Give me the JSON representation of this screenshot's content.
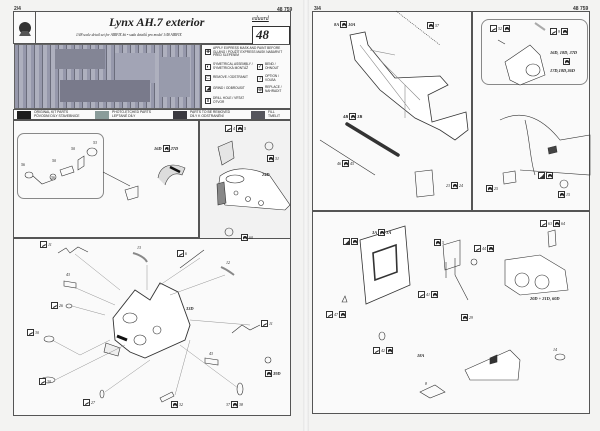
{
  "pages": {
    "left_number": "2/4",
    "left_code": "48 759",
    "right_number": "3/4",
    "right_code": "48 759"
  },
  "header": {
    "title": "Lynx AH.7 exterior",
    "subtitle": "1/48 scale detail set for AIRFIX kit  •  sada detailů pro model 1/48 AIRFIX",
    "brand": "eduard",
    "product_number": "48 759"
  },
  "legend": [
    {
      "icon": "mask-paint-icon",
      "glyph": "✚",
      "text": "APPLY EXPRESS MASK AND PAINT BEFORE GLUING / POUŽÍT EXPRESS MASK NABARVIT PŘED SLEPENÍM"
    },
    {
      "icon": "symmetrical-icon",
      "glyph": "◐",
      "text": "SYMETRICAL ASSEMBLY / SYMETRICKÁ MONTÁŽ"
    },
    {
      "icon": "remove-icon",
      "glyph": "▭",
      "text": "REMOVE / ODSTRANIT"
    },
    {
      "icon": "grind-icon",
      "glyph": "◢",
      "text": "GRIND / ODBROUSIT"
    },
    {
      "icon": "drill-icon",
      "glyph": "Ⅱ",
      "text": "DRILL HOLE / VRTAT OTVOR"
    },
    {
      "icon": "bend-icon",
      "glyph": "✓",
      "text": "BEND / OHNOUT"
    },
    {
      "icon": "option-icon",
      "glyph": "?",
      "text": "OPTION / VOLBA"
    },
    {
      "icon": "replace-icon",
      "glyph": "⊕",
      "text": "REPLACE / NAHRADIT"
    }
  ],
  "color_key": [
    {
      "color": "#1e1e1e",
      "line1": "ORIGINAL KIT PARTS",
      "line2": "PŮVODNÍ DÍLY STAVEBNICE"
    },
    {
      "color": "#8a9c9a",
      "line1": "PHOTO-ETCHED PARTS",
      "line2": "LEPTANÉ DÍLY"
    },
    {
      "color": "#3b3a40",
      "line1": "PARTS TO BE REMOVED",
      "line2": "DÍLY K ODSTRANĚNÍ"
    },
    {
      "color": "#55555c",
      "line1": "FILL",
      "line2": "TMELIT"
    }
  ],
  "labels": [
    [
      {
        "t": "53"
      }
    ],
    [
      {
        "t": "50"
      }
    ],
    [
      {
        "t": "50"
      }
    ],
    [
      {
        "t": "56"
      }
    ],
    [
      {
        "t": "56"
      }
    ],
    [
      {
        "t": "16D"
      },
      {
        "i": "pe"
      },
      {
        "t": "27D"
      }
    ],
    [
      {
        "i": "bend"
      },
      {
        "t": "4"
      },
      {
        "i": "pe"
      },
      {
        "t": "5"
      }
    ],
    [
      {
        "i": "pe"
      },
      {
        "t": "31"
      }
    ],
    [
      {
        "t": "24D"
      }
    ],
    [
      {
        "i": "pe"
      },
      {
        "t": "60"
      }
    ],
    [
      {
        "i": "bend"
      },
      {
        "t": "11"
      }
    ],
    [
      {
        "t": "13"
      }
    ],
    [
      {
        "i": "bend"
      },
      {
        "t": "6"
      }
    ],
    [
      {
        "t": "12"
      }
    ],
    [
      {
        "t": "43"
      }
    ],
    [
      {
        "i": "bend"
      },
      {
        "t": "26"
      }
    ],
    [
      {
        "t": "33D"
      }
    ],
    [
      {
        "i": "bend"
      },
      {
        "t": "11"
      }
    ],
    [
      {
        "i": "bend"
      },
      {
        "t": "30"
      }
    ],
    [
      {
        "t": "43"
      }
    ],
    [
      {
        "i": "pe"
      },
      {
        "t": "39D"
      }
    ],
    [
      {
        "i": "bend"
      },
      {
        "t": "30"
      }
    ],
    [
      {
        "i": "bend"
      },
      {
        "t": "27"
      }
    ],
    [
      {
        "i": "pe"
      },
      {
        "t": "32"
      }
    ],
    [
      {
        "t": "37"
      },
      {
        "i": "pe"
      },
      {
        "t": "38"
      }
    ],
    [
      {
        "t": "8A"
      },
      {
        "i": "pe"
      },
      {
        "t": "10A"
      }
    ],
    [
      {
        "i": "pe"
      },
      {
        "t": "57"
      }
    ],
    [
      {
        "t": "4B"
      },
      {
        "i": "pe"
      },
      {
        "t": "3B"
      }
    ],
    [
      {
        "t": "46"
      },
      {
        "i": "pe"
      },
      {
        "t": "45"
      }
    ],
    [
      {
        "t": "23"
      },
      {
        "i": "pe"
      },
      {
        "t": "24"
      }
    ],
    [
      {
        "i": "bend"
      },
      {
        "t": "52"
      },
      {
        "i": "pe"
      }
    ],
    [
      {
        "i": "bend"
      },
      {
        "t": "9"
      },
      {
        "i": "pe"
      }
    ],
    [
      {
        "t": "16D, 18D, 37D"
      }
    ],
    [
      {
        "i": "pe"
      }
    ],
    [
      {
        "t": "17D,18D,36D"
      }
    ],
    [
      {
        "i": "pe"
      },
      {
        "t": "25"
      }
    ],
    [
      {
        "i": "pe"
      },
      {
        "t": "15"
      }
    ],
    [
      {
        "i": "grind"
      },
      {
        "i": "pe"
      }
    ],
    [
      {
        "t": "3A"
      },
      {
        "i": "pe"
      },
      {
        "t": "1A"
      }
    ],
    [
      {
        "i": "grind"
      },
      {
        "i": "pe"
      }
    ],
    [
      {
        "i": "pe"
      },
      {
        "t": "5"
      }
    ],
    [
      {
        "i": "bend"
      },
      {
        "t": "44"
      },
      {
        "i": "pe"
      }
    ],
    [
      {
        "i": "bend"
      },
      {
        "t": "63"
      },
      {
        "i": "pe"
      },
      {
        "t": "64"
      }
    ],
    [
      {
        "i": "bend"
      },
      {
        "t": "41"
      },
      {
        "i": "pe"
      }
    ],
    [
      {
        "i": "bend"
      },
      {
        "t": "47"
      },
      {
        "i": "pe"
      }
    ],
    [
      {
        "i": "pe"
      },
      {
        "t": "29"
      }
    ],
    [
      {
        "i": "bend"
      },
      {
        "t": "42"
      },
      {
        "i": "pe"
      }
    ],
    [
      {
        "t": "20D + 21D, 60D"
      }
    ],
    [
      {
        "t": "18A"
      }
    ],
    [
      {
        "t": "14"
      }
    ],
    [
      {
        "t": "8"
      }
    ]
  ]
}
